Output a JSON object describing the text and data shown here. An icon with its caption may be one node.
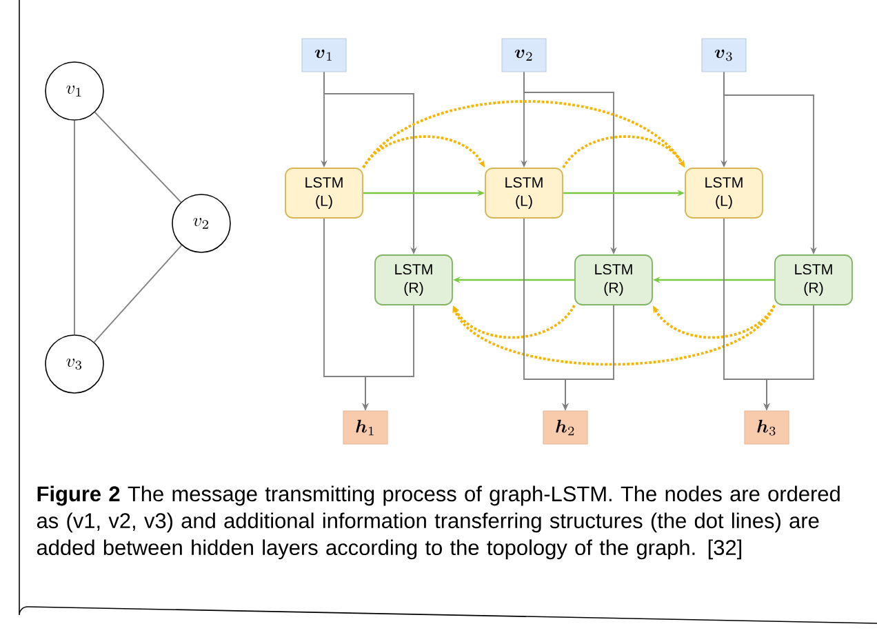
{
  "diagram": {
    "caption": "**Figure 2**  The message transmitting process of graph-LSTM. The nodes are ordered as (v1, v2, v3) and additional information transferring structures (the dot lines) are added between hidden layers according to the topology of the graph. [32]",
    "nodes": [
      {
        "text": [
          "v_{1}"
        ]
      },
      {
        "text": [
          "v_{2}"
        ]
      },
      {
        "text": [
          "v_{3}"
        ]
      },
      {
        "text": [
          "\\boldsymbol{v}_{1}"
        ]
      },
      {
        "text": [
          "\\boldsymbol{v}_{2}"
        ]
      },
      {
        "text": [
          "\\boldsymbol{v}_{3}"
        ]
      },
      {
        "text": [
          "LSTM (L)"
        ]
      },
      {
        "text": [
          "LSTM (L)"
        ]
      },
      {
        "text": [
          "LSTM (L)"
        ]
      },
      {
        "text": [
          "LSTM (R)"
        ]
      },
      {
        "text": [
          "LSTM (R)"
        ]
      },
      {
        "text": [
          "LSTM (R)"
        ]
      },
      {
        "text": [
          "\\boldsymbol{h}_{1}"
        ]
      },
      {
        "text": [
          "\\boldsymbol{h}_{2}"
        ]
      },
      {
        "text": [
          "\\boldsymbol{h}_{3}"
        ]
      }
    ],
    "edges": [
      {
        "from": 0,
        "to": 1,
        "arrow": "none"
      },
      {
        "from": 0,
        "to": 2,
        "arrow": "none"
      },
      {
        "from": 1,
        "to": 2,
        "arrow": "none"
      },
      {
        "from": 3,
        "to": 6,
        "arrow": "to"
      },
      {
        "from": 3,
        "to": 9,
        "arrow": "to"
      },
      {
        "from": 4,
        "to": 7,
        "arrow": "to"
      },
      {
        "from": 4,
        "to": 10,
        "arrow": "to"
      },
      {
        "from": 5,
        "to": 8,
        "arrow": "to"
      },
      {
        "from": 5,
        "to": 11,
        "arrow": "to"
      },
      {
        "from": 6,
        "to": 7,
        "arrow": "to",
        "color": "#7ac943"
      },
      {
        "from": 7,
        "to": 8,
        "arrow": "to",
        "color": "#7ac943"
      },
      {
        "from": 11,
        "to": 10,
        "arrow": "to",
        "color": "#7ac943"
      },
      {
        "from": 10,
        "to": 9,
        "arrow": "to",
        "color": "#7ac943"
      },
      {
        "from": 6,
        "to": 7,
        "arrow": "to",
        "style": "dashed",
        "color": "#f5b400"
      },
      {
        "from": 6,
        "to": 8,
        "arrow": "to",
        "style": "dashed",
        "color": "#f5b400"
      },
      {
        "from": 7,
        "to": 8,
        "arrow": "to",
        "style": "dashed",
        "color": "#f5b400"
      },
      {
        "from": 10,
        "to": 9,
        "arrow": "to",
        "style": "dashed",
        "color": "#f5b400"
      },
      {
        "from": 11,
        "to": 9,
        "arrow": "to",
        "style": "dashed",
        "color": "#f5b400"
      },
      {
        "from": 11,
        "to": 10,
        "arrow": "to",
        "style": "dashed",
        "color": "#f5b400"
      },
      {
        "from": 6,
        "to": 12,
        "arrow": "to"
      },
      {
        "from": 9,
        "to": 12,
        "arrow": "to"
      },
      {
        "from": 7,
        "to": 13,
        "arrow": "to"
      },
      {
        "from": 10,
        "to": 13,
        "arrow": "to"
      },
      {
        "from": 8,
        "to": 14,
        "arrow": "to"
      },
      {
        "from": 11,
        "to": 14,
        "arrow": "to"
      }
    ]
  }
}
